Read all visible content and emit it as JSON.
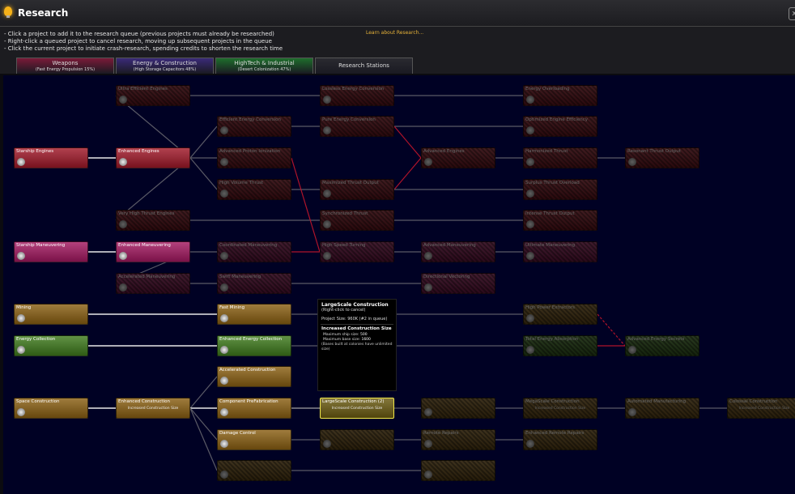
{
  "window": {
    "title": "Research",
    "close_label": "x"
  },
  "instructions": [
    "- Click a project to add it to the research queue (previous projects must already be researched)",
    "- Right-click a queued project to cancel research, moving up subsequent projects in the queue",
    "- Click the current project to initiate crash-research, spending credits to shorten the research time"
  ],
  "learn_link": "Learn about Research...",
  "tabs": [
    {
      "label": "Weapons",
      "sub": "(Fast Energy Propulsion 15%)",
      "color": "#7a1a38"
    },
    {
      "label": "Energy & Construction",
      "sub": "(High Storage Capacitors 48%)",
      "color": "#3a2a78"
    },
    {
      "label": "HighTech & Industrial",
      "sub": "(Desert Colonization 47%)",
      "color": "#1e6e2c"
    },
    {
      "label": "Research Stations",
      "sub": "",
      "color": "#2a2a30"
    }
  ],
  "columns": [
    17,
    143,
    268,
    395,
    520,
    646,
    772,
    898
  ],
  "rows": [
    105,
    143,
    182,
    221,
    259,
    298,
    337,
    375,
    414,
    452,
    491,
    530,
    568
  ],
  "colors": {
    "red": "#a01828",
    "pink": "#a31860",
    "orange": "#8a5f12",
    "green": "#3e7a1c",
    "gold": "#6a5a10"
  },
  "nodes": [
    {
      "id": "ultra-efficient-engines",
      "label": "Ultra Efficient Engines",
      "c": 1,
      "r": 0,
      "color": "red",
      "locked": true
    },
    {
      "id": "lossless-energy-conversion",
      "label": "Lossless Energy Conversion",
      "c": 3,
      "r": 0,
      "color": "red",
      "locked": true
    },
    {
      "id": "energy-overloading",
      "label": "Energy Overloading",
      "c": 5,
      "r": 0,
      "color": "red",
      "locked": true
    },
    {
      "id": "efficient-energy-conversion",
      "label": "Efficient Energy Conversion",
      "c": 2,
      "r": 1,
      "color": "red",
      "locked": true
    },
    {
      "id": "pure-energy-conversion",
      "label": "Pure Energy Conversion",
      "c": 3,
      "r": 1,
      "color": "red",
      "locked": true
    },
    {
      "id": "optimized-engine-efficiency",
      "label": "Optimized Engine Efficiency",
      "c": 5,
      "r": 1,
      "color": "red",
      "locked": true
    },
    {
      "id": "starship-engines",
      "label": "Starship Engines",
      "c": 0,
      "r": 2,
      "color": "red",
      "locked": false
    },
    {
      "id": "enhanced-engines",
      "label": "Enhanced Engines",
      "c": 1,
      "r": 2,
      "color": "red",
      "locked": false
    },
    {
      "id": "advanced-proton-ionization",
      "label": "Advanced Proton Ionization",
      "c": 2,
      "r": 2,
      "color": "red",
      "locked": true
    },
    {
      "id": "advanced-engines",
      "label": "Advanced Engines",
      "c": 4,
      "r": 2,
      "color": "red",
      "locked": true
    },
    {
      "id": "harmonized-thrust",
      "label": "Harmonized Thrust",
      "c": 5,
      "r": 2,
      "color": "red",
      "locked": true
    },
    {
      "id": "resonant-thrust-output",
      "label": "Resonant Thrust Output",
      "c": 6,
      "r": 2,
      "color": "red",
      "locked": true
    },
    {
      "id": "high-volume-thrust",
      "label": "High Volume Thrust",
      "c": 2,
      "r": 3,
      "color": "red",
      "locked": true
    },
    {
      "id": "maximized-thrust-output",
      "label": "Maximized Thrust Output",
      "c": 3,
      "r": 3,
      "color": "red",
      "locked": true
    },
    {
      "id": "surplus-thrust-overload",
      "label": "Surplus Thrust Overload",
      "c": 5,
      "r": 3,
      "color": "red",
      "locked": true
    },
    {
      "id": "very-high-thrust-engines",
      "label": "Very High Thrust Engines",
      "c": 1,
      "r": 4,
      "color": "red",
      "locked": true
    },
    {
      "id": "synchronized-thrust",
      "label": "Synchronized Thrust",
      "c": 3,
      "r": 4,
      "color": "red",
      "locked": true
    },
    {
      "id": "intense-thrust-output",
      "label": "Intense Thrust Output",
      "c": 5,
      "r": 4,
      "color": "red",
      "locked": true
    },
    {
      "id": "starship-maneuvering",
      "label": "Starship Maneuvering",
      "c": 0,
      "r": 5,
      "color": "pink",
      "locked": false
    },
    {
      "id": "enhanced-maneuvering",
      "label": "Enhanced Maneuvering",
      "c": 1,
      "r": 5,
      "color": "pink",
      "locked": false
    },
    {
      "id": "coordinated-maneuvering",
      "label": "Coordinated Maneuvering",
      "c": 2,
      "r": 5,
      "color": "pink",
      "locked": true
    },
    {
      "id": "high-speed-turning",
      "label": "High Speed Turning",
      "c": 3,
      "r": 5,
      "color": "pink",
      "locked": true
    },
    {
      "id": "advanced-maneuvering",
      "label": "Advanced Maneuvering",
      "c": 4,
      "r": 5,
      "color": "pink",
      "locked": true
    },
    {
      "id": "ultimate-maneuvering",
      "label": "Ultimate Maneuvering",
      "c": 5,
      "r": 5,
      "color": "pink",
      "locked": true
    },
    {
      "id": "accelerated-maneuvering",
      "label": "Accelerated Maneuvering",
      "c": 1,
      "r": 6,
      "color": "pink",
      "locked": true
    },
    {
      "id": "swift-maneuvering",
      "label": "Swift Maneuvering",
      "c": 2,
      "r": 6,
      "color": "pink",
      "locked": true
    },
    {
      "id": "directional-vectoring",
      "label": "Directional Vectoring",
      "c": 4,
      "r": 6,
      "color": "pink",
      "locked": true
    },
    {
      "id": "mining",
      "label": "Mining",
      "c": 0,
      "r": 7,
      "color": "orange",
      "locked": false
    },
    {
      "id": "fast-mining",
      "label": "Fast Mining",
      "c": 2,
      "r": 7,
      "color": "orange",
      "locked": false
    },
    {
      "id": "high-power-extractors",
      "label": "High Power Extractors",
      "c": 5,
      "r": 7,
      "color": "orange",
      "locked": true
    },
    {
      "id": "energy-collection",
      "label": "Energy Collection",
      "c": 0,
      "r": 8,
      "color": "green",
      "locked": false
    },
    {
      "id": "enhanced-energy-collection",
      "label": "Enhanced Energy Collection",
      "c": 2,
      "r": 8,
      "color": "green",
      "locked": false
    },
    {
      "id": "total-energy-absorption",
      "label": "Total Energy Absorption",
      "c": 5,
      "r": 8,
      "color": "green",
      "locked": true
    },
    {
      "id": "advanced-energy-secrets",
      "label": "Advanced Energy Secrets",
      "c": 6,
      "r": 8,
      "color": "green",
      "locked": true
    },
    {
      "id": "accelerated-construction",
      "label": "Accelerated Construction",
      "c": 2,
      "r": 9,
      "color": "orange",
      "locked": false
    },
    {
      "id": "space-construction",
      "label": "Space Construction",
      "c": 0,
      "r": 10,
      "color": "orange",
      "locked": false
    },
    {
      "id": "enhanced-construction",
      "label": "Enhanced Construction",
      "sub": "Increased Construction Size",
      "c": 1,
      "r": 10,
      "color": "orange",
      "locked": false
    },
    {
      "id": "component-prefabrication",
      "label": "Component PreFabrication",
      "c": 2,
      "r": 10,
      "color": "orange",
      "locked": false
    },
    {
      "id": "largescale-construction-2",
      "label": "LargeScale Construction (2)",
      "sub": "Increased Construction Size",
      "c": 3,
      "r": 10,
      "color": "gold",
      "locked": false,
      "selected": true
    },
    {
      "id": "node-r10-c4",
      "label": "",
      "c": 4,
      "r": 10,
      "color": "orange",
      "locked": true
    },
    {
      "id": "megascale-construction",
      "label": "MegaScale Construction",
      "sub": "Increased Construction Size",
      "c": 5,
      "r": 10,
      "color": "orange",
      "locked": true
    },
    {
      "id": "automated-manufacturing",
      "label": "Automated Manufacturing",
      "c": 6,
      "r": 10,
      "color": "orange",
      "locked": true
    },
    {
      "id": "colossal-construction",
      "label": "Colossal Construction",
      "sub": "Increased Construction Size",
      "c": 7,
      "r": 10,
      "color": "orange",
      "locked": true
    },
    {
      "id": "damage-control",
      "label": "Damage Control",
      "c": 2,
      "r": 11,
      "color": "orange",
      "locked": false
    },
    {
      "id": "node-r11-c3",
      "label": "",
      "c": 3,
      "r": 11,
      "color": "orange",
      "locked": true
    },
    {
      "id": "remote-repairs",
      "label": "Remote Repairs",
      "c": 4,
      "r": 11,
      "color": "orange",
      "locked": true
    },
    {
      "id": "enhanced-remote-repairs",
      "label": "Enhanced Remote Repairs",
      "c": 5,
      "r": 11,
      "color": "orange",
      "locked": true
    },
    {
      "id": "node-r12-c2",
      "label": "",
      "c": 2,
      "r": 12,
      "color": "orange",
      "locked": true
    },
    {
      "id": "node-r12-c4",
      "label": "",
      "c": 4,
      "r": 12,
      "color": "orange",
      "locked": true
    }
  ],
  "links": [
    [
      "starship-engines",
      "enhanced-engines",
      "white"
    ],
    [
      "enhanced-engines",
      "ultra-efficient-engines",
      "gray"
    ],
    [
      "enhanced-engines",
      "very-high-thrust-engines",
      "gray"
    ],
    [
      "enhanced-engines",
      "efficient-energy-conversion",
      "gray"
    ],
    [
      "enhanced-engines",
      "advanced-proton-ionization",
      "gray"
    ],
    [
      "enhanced-engines",
      "high-volume-thrust",
      "gray"
    ],
    [
      "ultra-efficient-engines",
      "lossless-energy-conversion",
      "gray"
    ],
    [
      "lossless-energy-conversion",
      "energy-overloading",
      "gray"
    ],
    [
      "efficient-energy-conversion",
      "pure-energy-conversion",
      "gray"
    ],
    [
      "pure-energy-conversion",
      "optimized-engine-efficiency",
      "gray"
    ],
    [
      "pure-energy-conversion",
      "advanced-engines",
      "red"
    ],
    [
      "maximized-thrust-output",
      "advanced-engines",
      "red"
    ],
    [
      "advanced-engines",
      "harmonized-thrust",
      "gray"
    ],
    [
      "harmonized-thrust",
      "resonant-thrust-output",
      "gray"
    ],
    [
      "high-volume-thrust",
      "maximized-thrust-output",
      "gray"
    ],
    [
      "maximized-thrust-output",
      "surplus-thrust-overload",
      "gray"
    ],
    [
      "very-high-thrust-engines",
      "synchronized-thrust",
      "gray"
    ],
    [
      "synchronized-thrust",
      "intense-thrust-output",
      "gray"
    ],
    [
      "advanced-proton-ionization",
      "high-speed-turning",
      "red"
    ],
    [
      "starship-maneuvering",
      "enhanced-maneuvering",
      "white"
    ],
    [
      "enhanced-maneuvering",
      "coordinated-maneuvering",
      "gray"
    ],
    [
      "enhanced-maneuvering",
      "accelerated-maneuvering",
      "gray"
    ],
    [
      "coordinated-maneuvering",
      "high-speed-turning",
      "red"
    ],
    [
      "high-speed-turning",
      "advanced-maneuvering",
      "gray"
    ],
    [
      "advanced-maneuvering",
      "ultimate-maneuvering",
      "gray"
    ],
    [
      "accelerated-maneuvering",
      "swift-maneuvering",
      "gray"
    ],
    [
      "swift-maneuvering",
      "directional-vectoring",
      "gray"
    ],
    [
      "mining",
      "fast-mining",
      "white"
    ],
    [
      "fast-mining",
      "high-power-extractors",
      "gray"
    ],
    [
      "high-power-extractors",
      "advanced-energy-secrets",
      "reddash"
    ],
    [
      "energy-collection",
      "enhanced-energy-collection",
      "white"
    ],
    [
      "enhanced-energy-collection",
      "total-energy-absorption",
      "gray"
    ],
    [
      "total-energy-absorption",
      "advanced-energy-secrets",
      "red"
    ],
    [
      "space-construction",
      "enhanced-construction",
      "white"
    ],
    [
      "enhanced-construction",
      "accelerated-construction",
      "gray"
    ],
    [
      "enhanced-construction",
      "component-prefabrication",
      "white"
    ],
    [
      "enhanced-construction",
      "damage-control",
      "gray"
    ],
    [
      "enhanced-construction",
      "node-r12-c2",
      "gray"
    ],
    [
      "component-prefabrication",
      "largescale-construction-2",
      "white"
    ],
    [
      "component-prefabrication",
      "largescale-construction-2",
      "gray"
    ],
    [
      "largescale-construction-2",
      "node-r10-c4",
      "gray"
    ],
    [
      "node-r10-c4",
      "megascale-construction",
      "gray"
    ],
    [
      "megascale-construction",
      "automated-manufacturing",
      "gray"
    ],
    [
      "automated-manufacturing",
      "colossal-construction",
      "gray"
    ],
    [
      "damage-control",
      "node-r11-c3",
      "gray"
    ],
    [
      "node-r11-c3",
      "remote-repairs",
      "gray"
    ],
    [
      "remote-repairs",
      "enhanced-remote-repairs",
      "gray"
    ],
    [
      "node-r12-c2",
      "node-r12-c4",
      "gray"
    ]
  ],
  "tooltip": {
    "title": "LargeScale Construction",
    "hint": "(Right-click to cancel)",
    "project_size": "Project Size: 960K  (#2 in queue)",
    "section": "Increased Construction Size",
    "ship_label": "Maximum ship size:",
    "ship_value": "500",
    "base_label": "Maximum base size:",
    "base_value": "1600",
    "note": "(Bases built at colonies have unlimited size)"
  }
}
